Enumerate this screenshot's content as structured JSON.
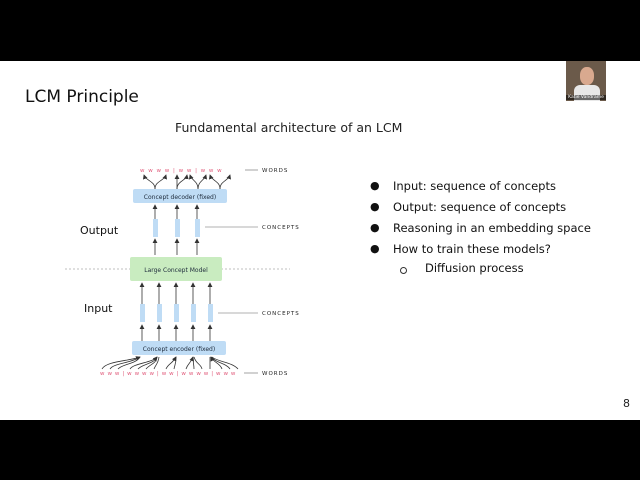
{
  "slide": {
    "title": "LCM Principle",
    "subtitle": "Fundamental architecture of an LCM",
    "page_number": "8"
  },
  "webcam": {
    "name": "Katie Vandrame"
  },
  "diagram": {
    "output_label": "Output",
    "input_label": "Input",
    "decoder_label": "Concept decoder (fixed)",
    "lcm_label": "Large Concept Model",
    "encoder_label": "Concept encoder (fixed)",
    "words_top": "WORDS",
    "concepts_top": "CONCEPTS",
    "concepts_bottom": "CONCEPTS",
    "words_bottom": "WORDS",
    "top_tokens": "w w w w  |  w w  |  w w w",
    "bottom_tokens": "w w w  |  w w w w  |  w w  |  w w w w  |  w w w"
  },
  "bullets": [
    "Input: sequence of concepts",
    "Output: sequence of concepts",
    "Reasoning in an embedding space",
    "How to train these models?"
  ],
  "sub_bullets": [
    "Diffusion process"
  ],
  "colors": {
    "box_blue": "#bfdcf5",
    "lcm_green": "#c9ecc0",
    "token_pink": "#e05a7a"
  }
}
